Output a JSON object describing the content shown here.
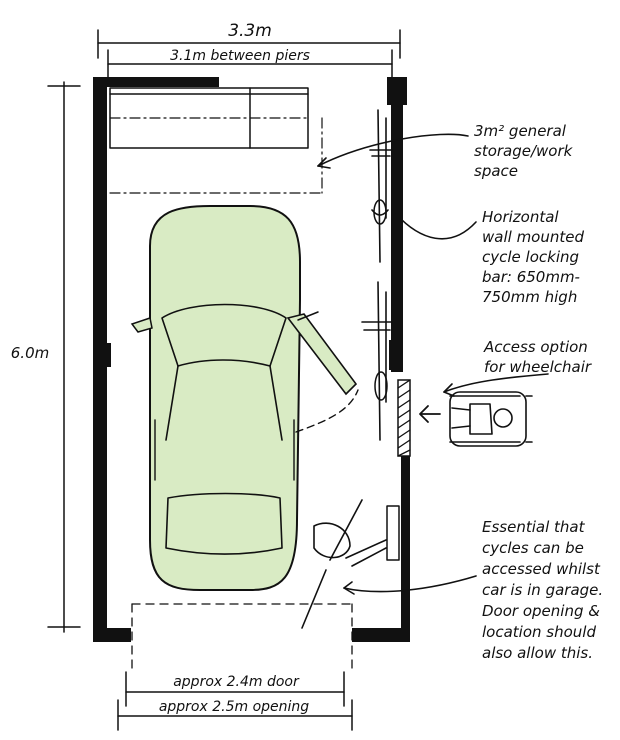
{
  "dimensions": {
    "overall_width": "3.3m",
    "between_piers": "3.1m between piers",
    "length": "6.0m",
    "door": "approx 2.4m door",
    "opening": "approx 2.5m opening"
  },
  "annotations": {
    "storage": [
      "3m² general",
      "storage/work",
      "space"
    ],
    "cycle_bar": [
      "Horizontal",
      "wall mounted",
      "cycle locking",
      "bar: 650mm-",
      "750mm high"
    ],
    "wheelchair": [
      "Access option",
      "for wheelchair"
    ],
    "essential": [
      "Essential that",
      "cycles can be",
      "accessed whilst",
      "car is in garage.",
      "Door opening &",
      "location should",
      "also allow this."
    ]
  },
  "colors": {
    "car_fill": "#d9ebc4",
    "ink": "#111111"
  }
}
